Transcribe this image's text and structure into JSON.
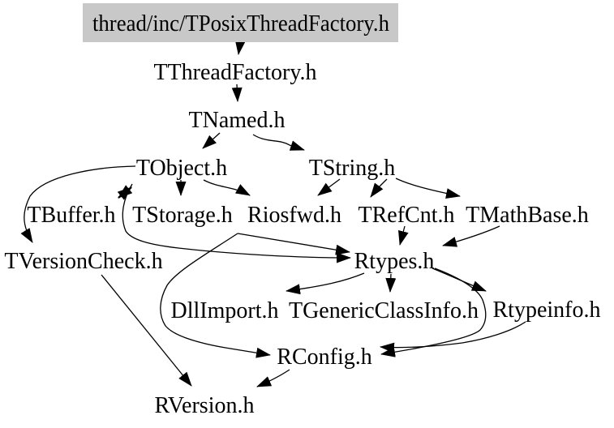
{
  "diagram": {
    "type": "include-dependency-graph",
    "root_file": "thread/inc/TPosixThreadFactory.h",
    "colors": {
      "background": "#ffffff",
      "edge": "#000000",
      "text": "#000000",
      "root_highlight_fill": "#c8c8c8"
    },
    "nodes": [
      {
        "id": "TPosixThreadFactory",
        "label": "thread/inc/TPosixThreadFactory.h",
        "highlighted": true
      },
      {
        "id": "TThreadFactory",
        "label": "TThreadFactory.h",
        "highlighted": false
      },
      {
        "id": "TNamed",
        "label": "TNamed.h",
        "highlighted": false
      },
      {
        "id": "TObject",
        "label": "TObject.h",
        "highlighted": false
      },
      {
        "id": "TString",
        "label": "TString.h",
        "highlighted": false
      },
      {
        "id": "TBuffer",
        "label": "TBuffer.h",
        "highlighted": false
      },
      {
        "id": "TStorage",
        "label": "TStorage.h",
        "highlighted": false
      },
      {
        "id": "Riosfwd",
        "label": "Riosfwd.h",
        "highlighted": false
      },
      {
        "id": "TRefCnt",
        "label": "TRefCnt.h",
        "highlighted": false
      },
      {
        "id": "TMathBase",
        "label": "TMathBase.h",
        "highlighted": false
      },
      {
        "id": "TVersionCheck",
        "label": "TVersionCheck.h",
        "highlighted": false
      },
      {
        "id": "Rtypes",
        "label": "Rtypes.h",
        "highlighted": false
      },
      {
        "id": "DllImport",
        "label": "DllImport.h",
        "highlighted": false
      },
      {
        "id": "TGenericClassInfo",
        "label": "TGenericClassInfo.h",
        "highlighted": false
      },
      {
        "id": "Rtypeinfo",
        "label": "Rtypeinfo.h",
        "highlighted": false
      },
      {
        "id": "RConfig",
        "label": "RConfig.h",
        "highlighted": false
      },
      {
        "id": "RVersion",
        "label": "RVersion.h",
        "highlighted": false
      }
    ],
    "edges": [
      {
        "from": "thread/inc/TPosixThreadFactory.h",
        "to": "TThreadFactory.h"
      },
      {
        "from": "TThreadFactory.h",
        "to": "TNamed.h"
      },
      {
        "from": "TNamed.h",
        "to": "TObject.h"
      },
      {
        "from": "TNamed.h",
        "to": "TString.h"
      },
      {
        "from": "TObject.h",
        "to": "TStorage.h"
      },
      {
        "from": "TObject.h",
        "to": "Riosfwd.h"
      },
      {
        "from": "TObject.h",
        "to": "Rtypes.h"
      },
      {
        "from": "TObject.h",
        "to": "TVersionCheck.h"
      },
      {
        "from": "TBuffer.h",
        "to": "TObject.h"
      },
      {
        "from": "TObject.h",
        "to": "TBuffer.h"
      },
      {
        "from": "TString.h",
        "to": "Riosfwd.h"
      },
      {
        "from": "TString.h",
        "to": "TRefCnt.h"
      },
      {
        "from": "TString.h",
        "to": "TMathBase.h"
      },
      {
        "from": "TStorage.h",
        "to": "Rtypes.h"
      },
      {
        "from": "TRefCnt.h",
        "to": "Rtypes.h"
      },
      {
        "from": "TMathBase.h",
        "to": "Rtypes.h"
      },
      {
        "from": "Rtypes.h",
        "to": "DllImport.h"
      },
      {
        "from": "Rtypes.h",
        "to": "TGenericClassInfo.h"
      },
      {
        "from": "Rtypes.h",
        "to": "Rtypeinfo.h"
      },
      {
        "from": "Rtypes.h",
        "to": "RConfig.h"
      },
      {
        "from": "Riosfwd.h",
        "to": "RConfig.h"
      },
      {
        "from": "Rtypeinfo.h",
        "to": "RConfig.h"
      },
      {
        "from": "RConfig.h",
        "to": "RVersion.h"
      },
      {
        "from": "TVersionCheck.h",
        "to": "RVersion.h"
      }
    ]
  }
}
